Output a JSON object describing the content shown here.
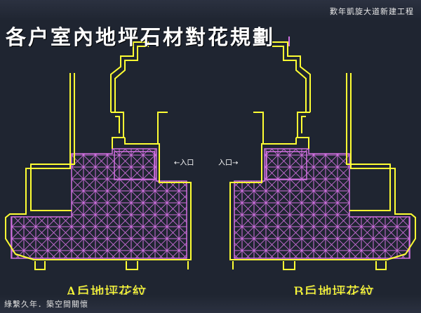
{
  "header": {
    "project_name": "歎年凱旋大道新建工程"
  },
  "slide": {
    "title": "各户室內地坪石材對花規劃",
    "unit_a_label": "A戶地坪花紋",
    "unit_b_label": "B戶地坪花紋",
    "entry_a": "←入口",
    "entry_b": "入口→"
  },
  "footer": {
    "slogan": "綠繫久年．築空間關懷"
  },
  "colors": {
    "background": "#1f2531",
    "wall_lines": "#ffff33",
    "tile_pattern": "#d070e0",
    "text": "#ffffff"
  }
}
